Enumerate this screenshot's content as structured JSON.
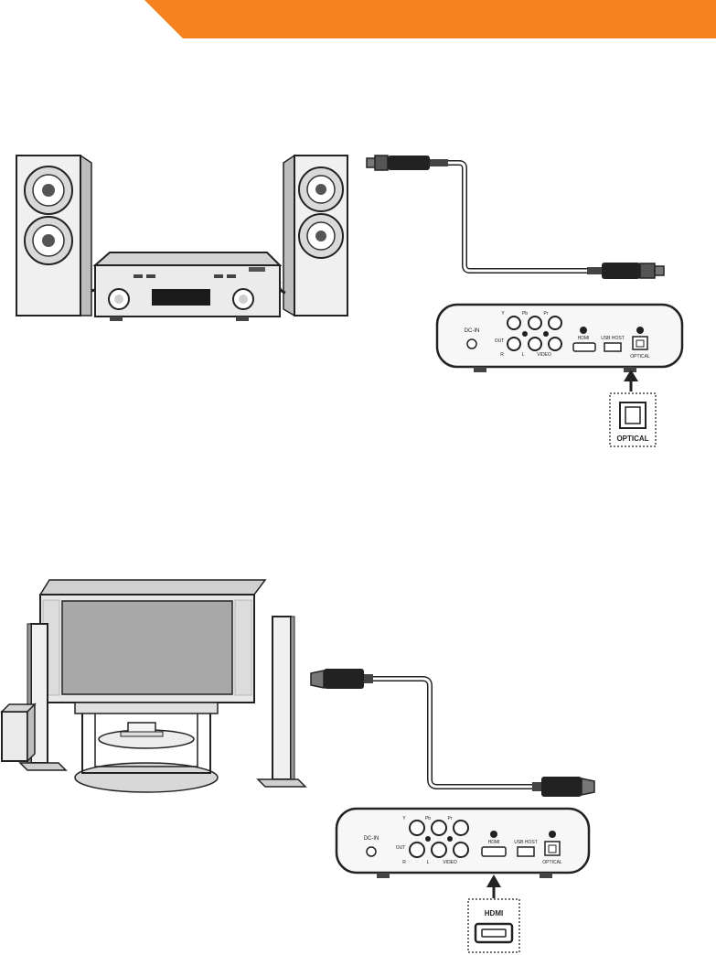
{
  "colors": {
    "header_orange": "#f5821f",
    "line_dark": "#222222",
    "device_fill": "#f7f7f7",
    "speaker_fill": "#e6e6e6"
  },
  "optical_section": {
    "device_panel": {
      "dc_in_label": "DC-IN",
      "av_out_label": "OUT",
      "jack_y_label": "Y",
      "jack_pb_label": "Pb",
      "jack_pr_label": "Pr",
      "jack_r_label": "R",
      "jack_l_label": "L",
      "video_label": "VIDEO",
      "hdmi_label": "HDMI",
      "usb_label": "USB HOST",
      "optical_label": "OPTICAL"
    },
    "callout_label": "OPTICAL"
  },
  "hdmi_section": {
    "device_panel": {
      "dc_in_label": "DC-IN",
      "av_out_label": "OUT",
      "jack_y_label": "Y",
      "jack_pb_label": "Pb",
      "jack_pr_label": "Pr",
      "jack_r_label": "R",
      "jack_l_label": "L",
      "video_label": "VIDEO",
      "hdmi_label": "HDMI",
      "usb_label": "USB HOST",
      "optical_label": "OPTICAL"
    },
    "callout_label": "HDMI"
  }
}
